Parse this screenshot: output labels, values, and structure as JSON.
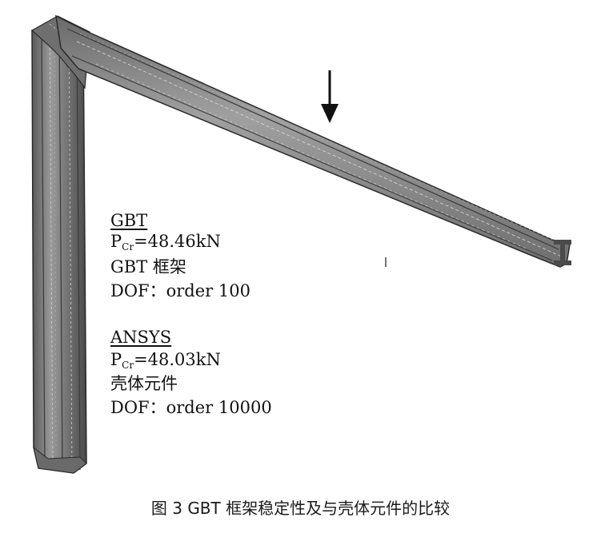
{
  "gbt": {
    "header": "GBT",
    "p_prefix": "P",
    "p_sub": "Cr",
    "p_value": "=48.46kN",
    "element": "GBT 框架",
    "dof": "DOF：order 100"
  },
  "ansys": {
    "header": "ANSYS",
    "p_prefix": "P",
    "p_sub": "Cr",
    "p_value": "=48.03kN",
    "element": "壳体元件",
    "dof": "DOF：order 10000"
  },
  "caption": "图 3  GBT 框架稳定性及与壳体元件的比较",
  "colors": {
    "steel": "#8a8a8a",
    "steel_dark": "#4a4a4a",
    "edge": "#2a2a2a"
  }
}
